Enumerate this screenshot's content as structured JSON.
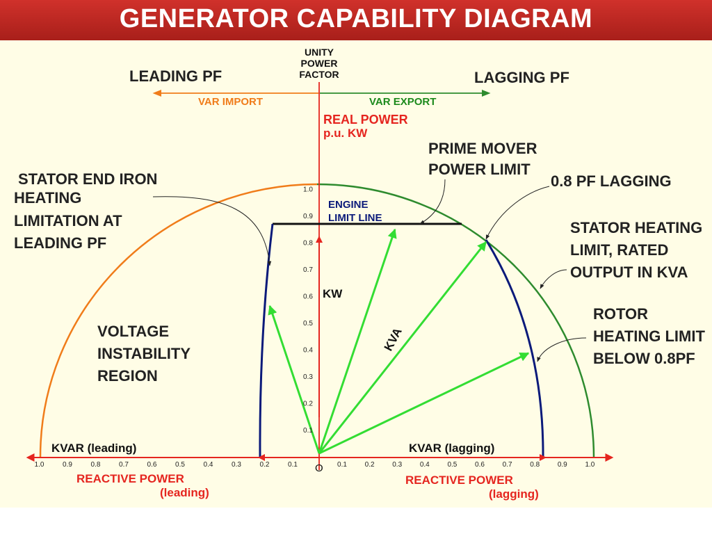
{
  "title": "GENERATOR CAPABILITY DIAGRAM",
  "colors": {
    "title_bg": "#c0282a",
    "panel_bg": "#fffde6",
    "orange": "#f07c1a",
    "green_arc": "#2e8b2e",
    "arrow_green": "#33dd33",
    "navy": "#0b1a7a",
    "red": "#e5251f",
    "dark_green_text": "#1c8a1c"
  },
  "top_axis": {
    "unity": [
      "UNITY",
      "POWER",
      "FACTOR"
    ],
    "leading_pf": "LEADING PF",
    "lagging_pf": "LAGGING PF",
    "var_import": "VAR IMPORT",
    "var_export": "VAR EXPORT"
  },
  "real_power": [
    "REAL POWER",
    "p.u. KW"
  ],
  "labels": {
    "prime_mover": [
      "PRIME MOVER",
      "POWER LIMIT"
    ],
    "pf_lagging": "0.8 PF LAGGING",
    "stator_end_iron": [
      "STATOR END IRON",
      "HEATING",
      "LIMITATION AT",
      "LEADING PF"
    ],
    "engine_limit": [
      "ENGINE",
      "LIMIT LINE"
    ],
    "stator_heating": [
      "STATOR HEATING",
      "LIMIT, RATED",
      "OUTPUT IN KVA"
    ],
    "rotor_heating": [
      "ROTOR",
      "HEATING LIMIT",
      "BELOW 0.8PF"
    ],
    "voltage_instability": [
      "VOLTAGE",
      "INSTABILITY",
      "REGION"
    ],
    "kw": "KW",
    "kva": "KVA",
    "kvar_leading": "KVAR (leading)",
    "kvar_lagging": "KVAR (lagging)",
    "reactive_leading": [
      "REACTIVE POWER",
      "(leading)"
    ],
    "reactive_lagging": [
      "REACTIVE POWER",
      "(lagging)"
    ],
    "origin": "O"
  },
  "y_ticks": [
    "0.1",
    "0.2",
    "0.3",
    "0.4",
    "0.5",
    "0.6",
    "0.7",
    "0.8",
    "0.9",
    "1.0"
  ],
  "x_ticks_left": [
    "0.1",
    "0.2",
    "0.3",
    "0.4",
    "0.5",
    "0.6",
    "0.7",
    "0.8",
    "0.9",
    "1.0"
  ],
  "x_ticks_right": [
    "0.1",
    "0.2",
    "0.3",
    "0.4",
    "0.5",
    "0.6",
    "0.7",
    "0.8",
    "0.9",
    "1.0"
  ]
}
